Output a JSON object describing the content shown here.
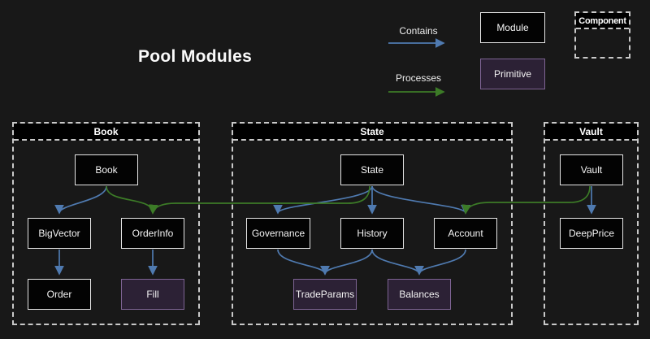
{
  "title": "Pool Modules",
  "legend": {
    "contains_label": "Contains",
    "processes_label": "Processes",
    "module_label": "Module",
    "primitive_label": "Primitive",
    "component_label": "Component"
  },
  "colors": {
    "background": "#181818",
    "contains_edge": "#4f7ab0",
    "processes_edge": "#3c7b27",
    "module_fill": "#030303",
    "module_border": "#e6e6e6",
    "primitive_fill": "#2c2135",
    "primitive_border": "#7e6494",
    "container_border": "#c9c9c9",
    "container_label_bg": "#000000",
    "text": "#f2f2f2"
  },
  "containers": [
    {
      "id": "book",
      "label": "Book"
    },
    {
      "id": "state",
      "label": "State"
    },
    {
      "id": "vault",
      "label": "Vault"
    }
  ],
  "nodes": [
    {
      "id": "Book",
      "label": "Book",
      "type": "module",
      "container": "book"
    },
    {
      "id": "State",
      "label": "State",
      "type": "module",
      "container": "state"
    },
    {
      "id": "Vault",
      "label": "Vault",
      "type": "module",
      "container": "vault"
    },
    {
      "id": "BigVector",
      "label": "BigVector",
      "type": "module",
      "container": "book"
    },
    {
      "id": "OrderInfo",
      "label": "OrderInfo",
      "type": "module",
      "container": "book"
    },
    {
      "id": "Governance",
      "label": "Governance",
      "type": "module",
      "container": "state"
    },
    {
      "id": "History",
      "label": "History",
      "type": "module",
      "container": "state"
    },
    {
      "id": "Account",
      "label": "Account",
      "type": "module",
      "container": "state"
    },
    {
      "id": "DeepPrice",
      "label": "DeepPrice",
      "type": "module",
      "container": "vault"
    },
    {
      "id": "Order",
      "label": "Order",
      "type": "module",
      "container": "book"
    },
    {
      "id": "Fill",
      "label": "Fill",
      "type": "primitive",
      "container": "book"
    },
    {
      "id": "TradeParams",
      "label": "TradeParams",
      "type": "primitive",
      "container": "state"
    },
    {
      "id": "Balances",
      "label": "Balances",
      "type": "primitive",
      "container": "state"
    }
  ],
  "edges": [
    {
      "from": "Book",
      "to": "BigVector",
      "relation": "contains"
    },
    {
      "from": "BigVector",
      "to": "Order",
      "relation": "contains"
    },
    {
      "from": "OrderInfo",
      "to": "Fill",
      "relation": "contains"
    },
    {
      "from": "State",
      "to": "Governance",
      "relation": "contains"
    },
    {
      "from": "State",
      "to": "History",
      "relation": "contains"
    },
    {
      "from": "State",
      "to": "Account",
      "relation": "contains"
    },
    {
      "from": "Governance",
      "to": "TradeParams",
      "relation": "contains"
    },
    {
      "from": "History",
      "to": "TradeParams",
      "relation": "contains"
    },
    {
      "from": "History",
      "to": "Balances",
      "relation": "contains"
    },
    {
      "from": "Account",
      "to": "Balances",
      "relation": "contains"
    },
    {
      "from": "Vault",
      "to": "DeepPrice",
      "relation": "contains"
    },
    {
      "from": "Book",
      "to": "OrderInfo",
      "relation": "processes"
    },
    {
      "from": "State",
      "to": "OrderInfo",
      "relation": "processes"
    },
    {
      "from": "Vault",
      "to": "Account",
      "relation": "processes"
    }
  ]
}
